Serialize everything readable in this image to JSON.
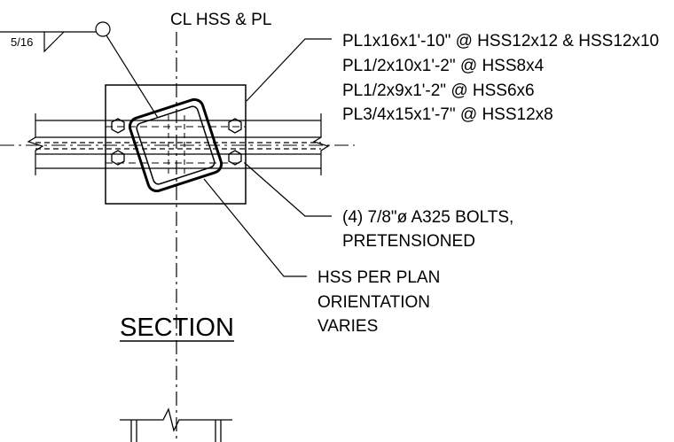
{
  "weld": {
    "size": "5/16"
  },
  "centerline_label": "CL HSS & PL",
  "plate_callout": [
    "PL1x16x1'-10\" @ HSS12x12 & HSS12x10",
    "PL1/2x10x1'-2\" @ HSS8x4",
    "PL1/2x9x1'-2\" @ HSS6x6",
    "PL3/4x15x1'-7\" @ HSS12x8"
  ],
  "bolt_callout": [
    "(4) 7/8\"ø A325 BOLTS,",
    "PRETENSIONED"
  ],
  "hss_callout": [
    "HSS PER PLAN",
    "ORIENTATION",
    "VARIES"
  ],
  "section_title": "SECTION"
}
